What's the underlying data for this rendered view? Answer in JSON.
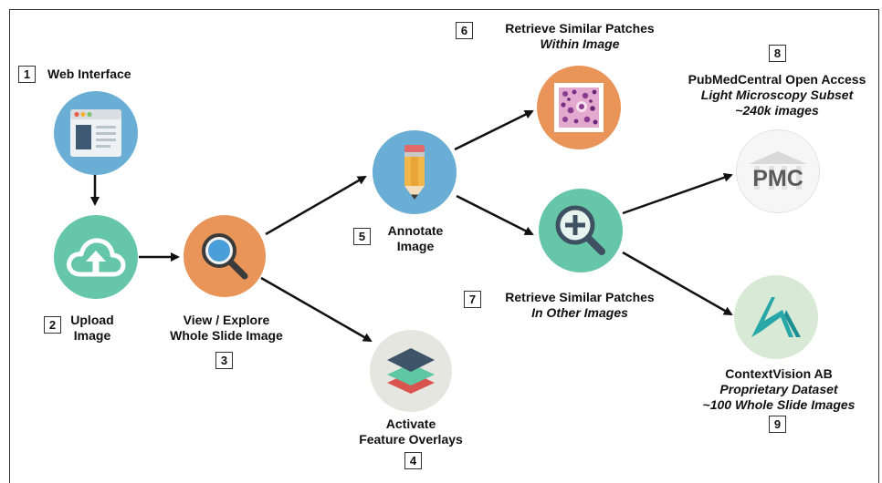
{
  "steps": {
    "web_interface": {
      "number": "1",
      "label": "Web Interface"
    },
    "upload": {
      "number": "2",
      "label_line1": "Upload",
      "label_line2": "Image"
    },
    "view": {
      "number": "3",
      "label_line1": "View / Explore",
      "label_line2": "Whole Slide Image"
    },
    "overlays": {
      "number": "4",
      "label_line1": "Activate",
      "label_line2": "Feature Overlays"
    },
    "annotate": {
      "number": "5",
      "label_line1": "Annotate",
      "label_line2": "Image"
    },
    "within": {
      "number": "6",
      "label_line1": "Retrieve Similar Patches",
      "label_line2": "Within Image"
    },
    "other": {
      "number": "7",
      "label_line1": "Retrieve Similar Patches",
      "label_line2": "In Other Images"
    },
    "pmc": {
      "number": "8",
      "label_line1": "PubMedCentral Open Access",
      "label_line2": "Light Microscopy Subset",
      "label_line3": "~240k images",
      "logo_text": "PMC"
    },
    "contextvision": {
      "number": "9",
      "label_line1": "ContextVision AB",
      "label_line2": "Proprietary Dataset",
      "label_line3": "~100 Whole Slide Images"
    }
  },
  "icons": {
    "web_interface": "browser-window-icon",
    "upload": "cloud-upload-icon",
    "view": "magnifier-icon",
    "annotate": "pencil-icon",
    "within": "tissue-patch-icon",
    "other": "zoom-plus-icon",
    "overlays": "layers-icon",
    "pmc": "pmc-logo",
    "contextvision": "contextvision-logo"
  },
  "colors": {
    "blue": "#6aaed6",
    "green": "#66c6a8",
    "orange": "#e9955a",
    "gray": "#e6e6e0",
    "light_green": "#d8e9d6",
    "arrow": "#111111"
  }
}
